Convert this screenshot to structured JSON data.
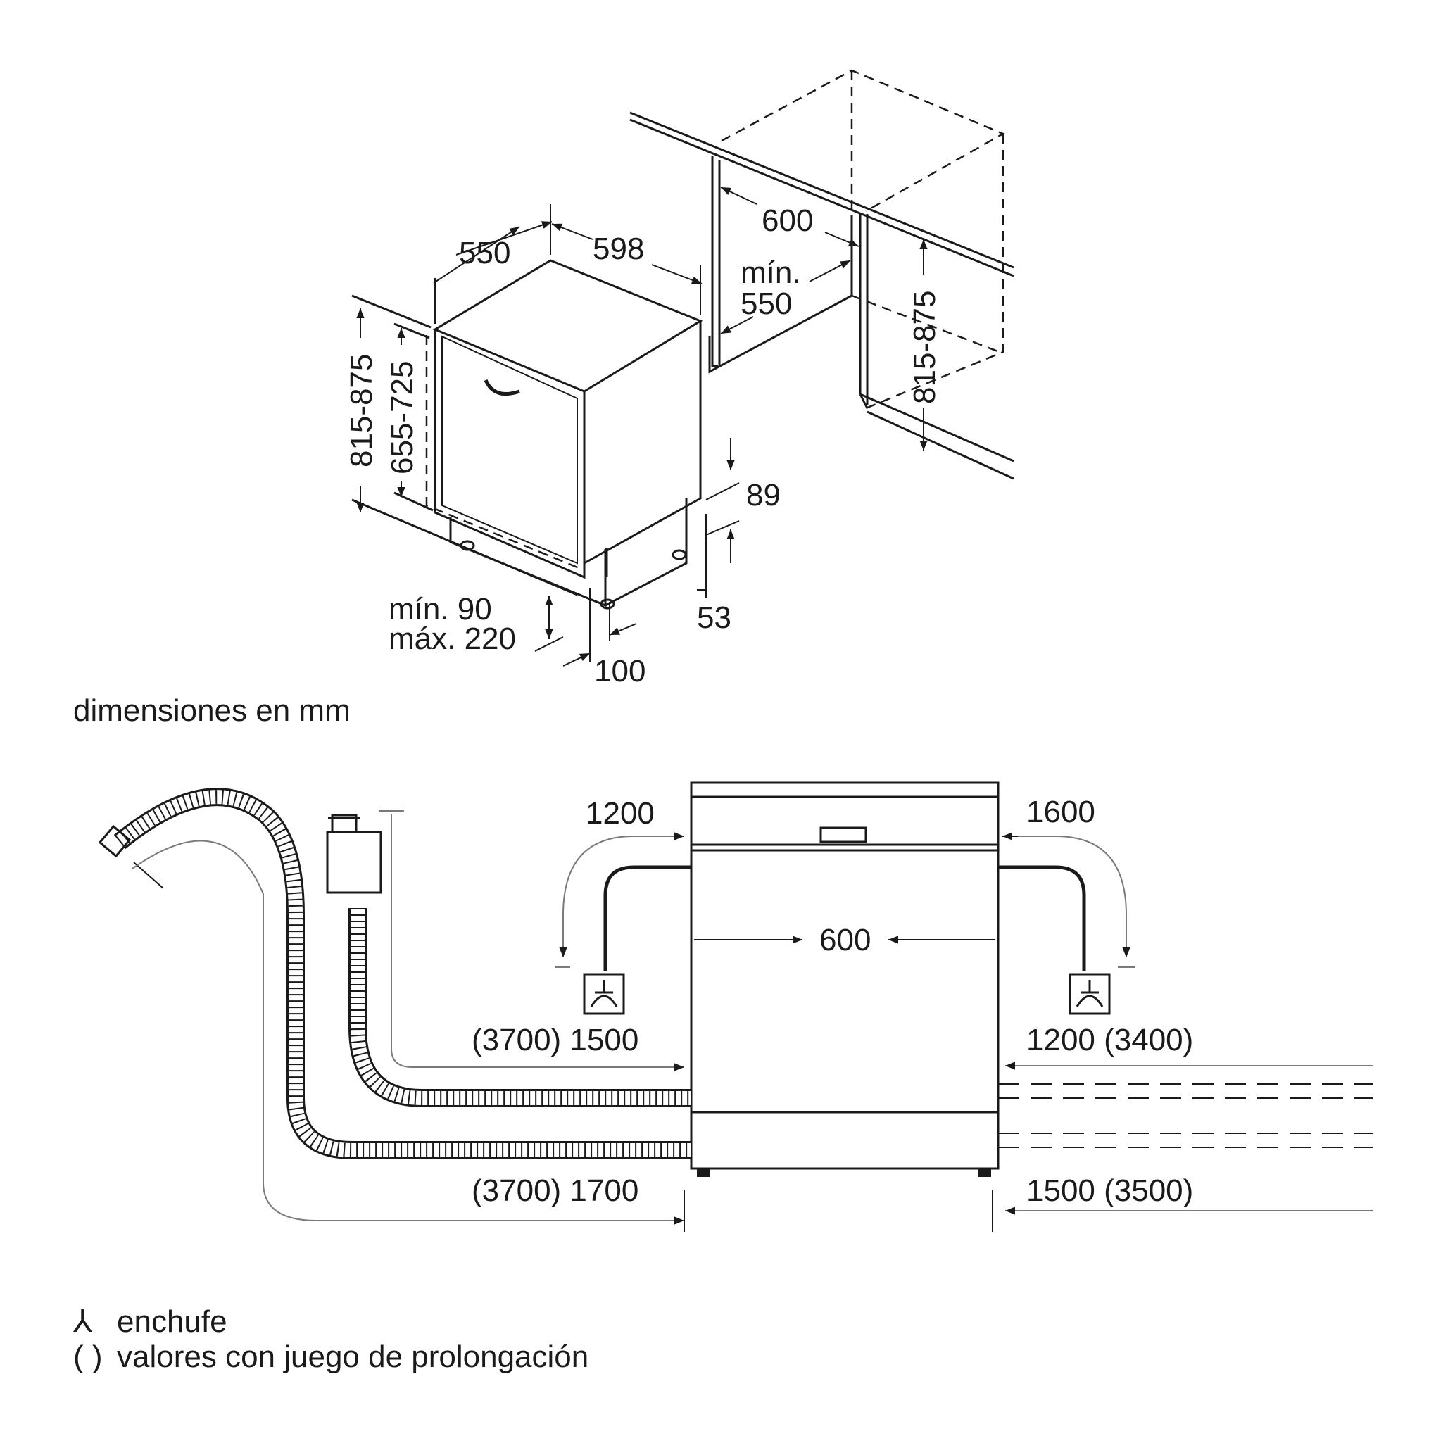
{
  "top_diagram": {
    "depth": "550",
    "width": "598",
    "niche_width": "600",
    "niche_depth_line1": "mín.",
    "niche_depth_line2": "550",
    "height_total": "815-875",
    "height_door": "655-725",
    "niche_height": "815-875",
    "plinth_top": "89",
    "plinth_bottom": "53",
    "plinth_height_line1": "mín. 90",
    "plinth_height_line2": "máx. 220",
    "plinth_depth": "100"
  },
  "units_note": "dimensiones en mm",
  "bottom_diagram": {
    "left_power": "1200",
    "right_power": "1600",
    "width": "600",
    "drain_left": "(3700) 1500",
    "supply_left": "(3700) 1700",
    "drain_right": "1200 (3400)",
    "supply_right": "1500 (3500)"
  },
  "legend": {
    "plug_symbol": "⅄",
    "plug_label": "enchufe",
    "parens_symbol": "( )",
    "parens_label": "valores con juego de prolongación"
  }
}
